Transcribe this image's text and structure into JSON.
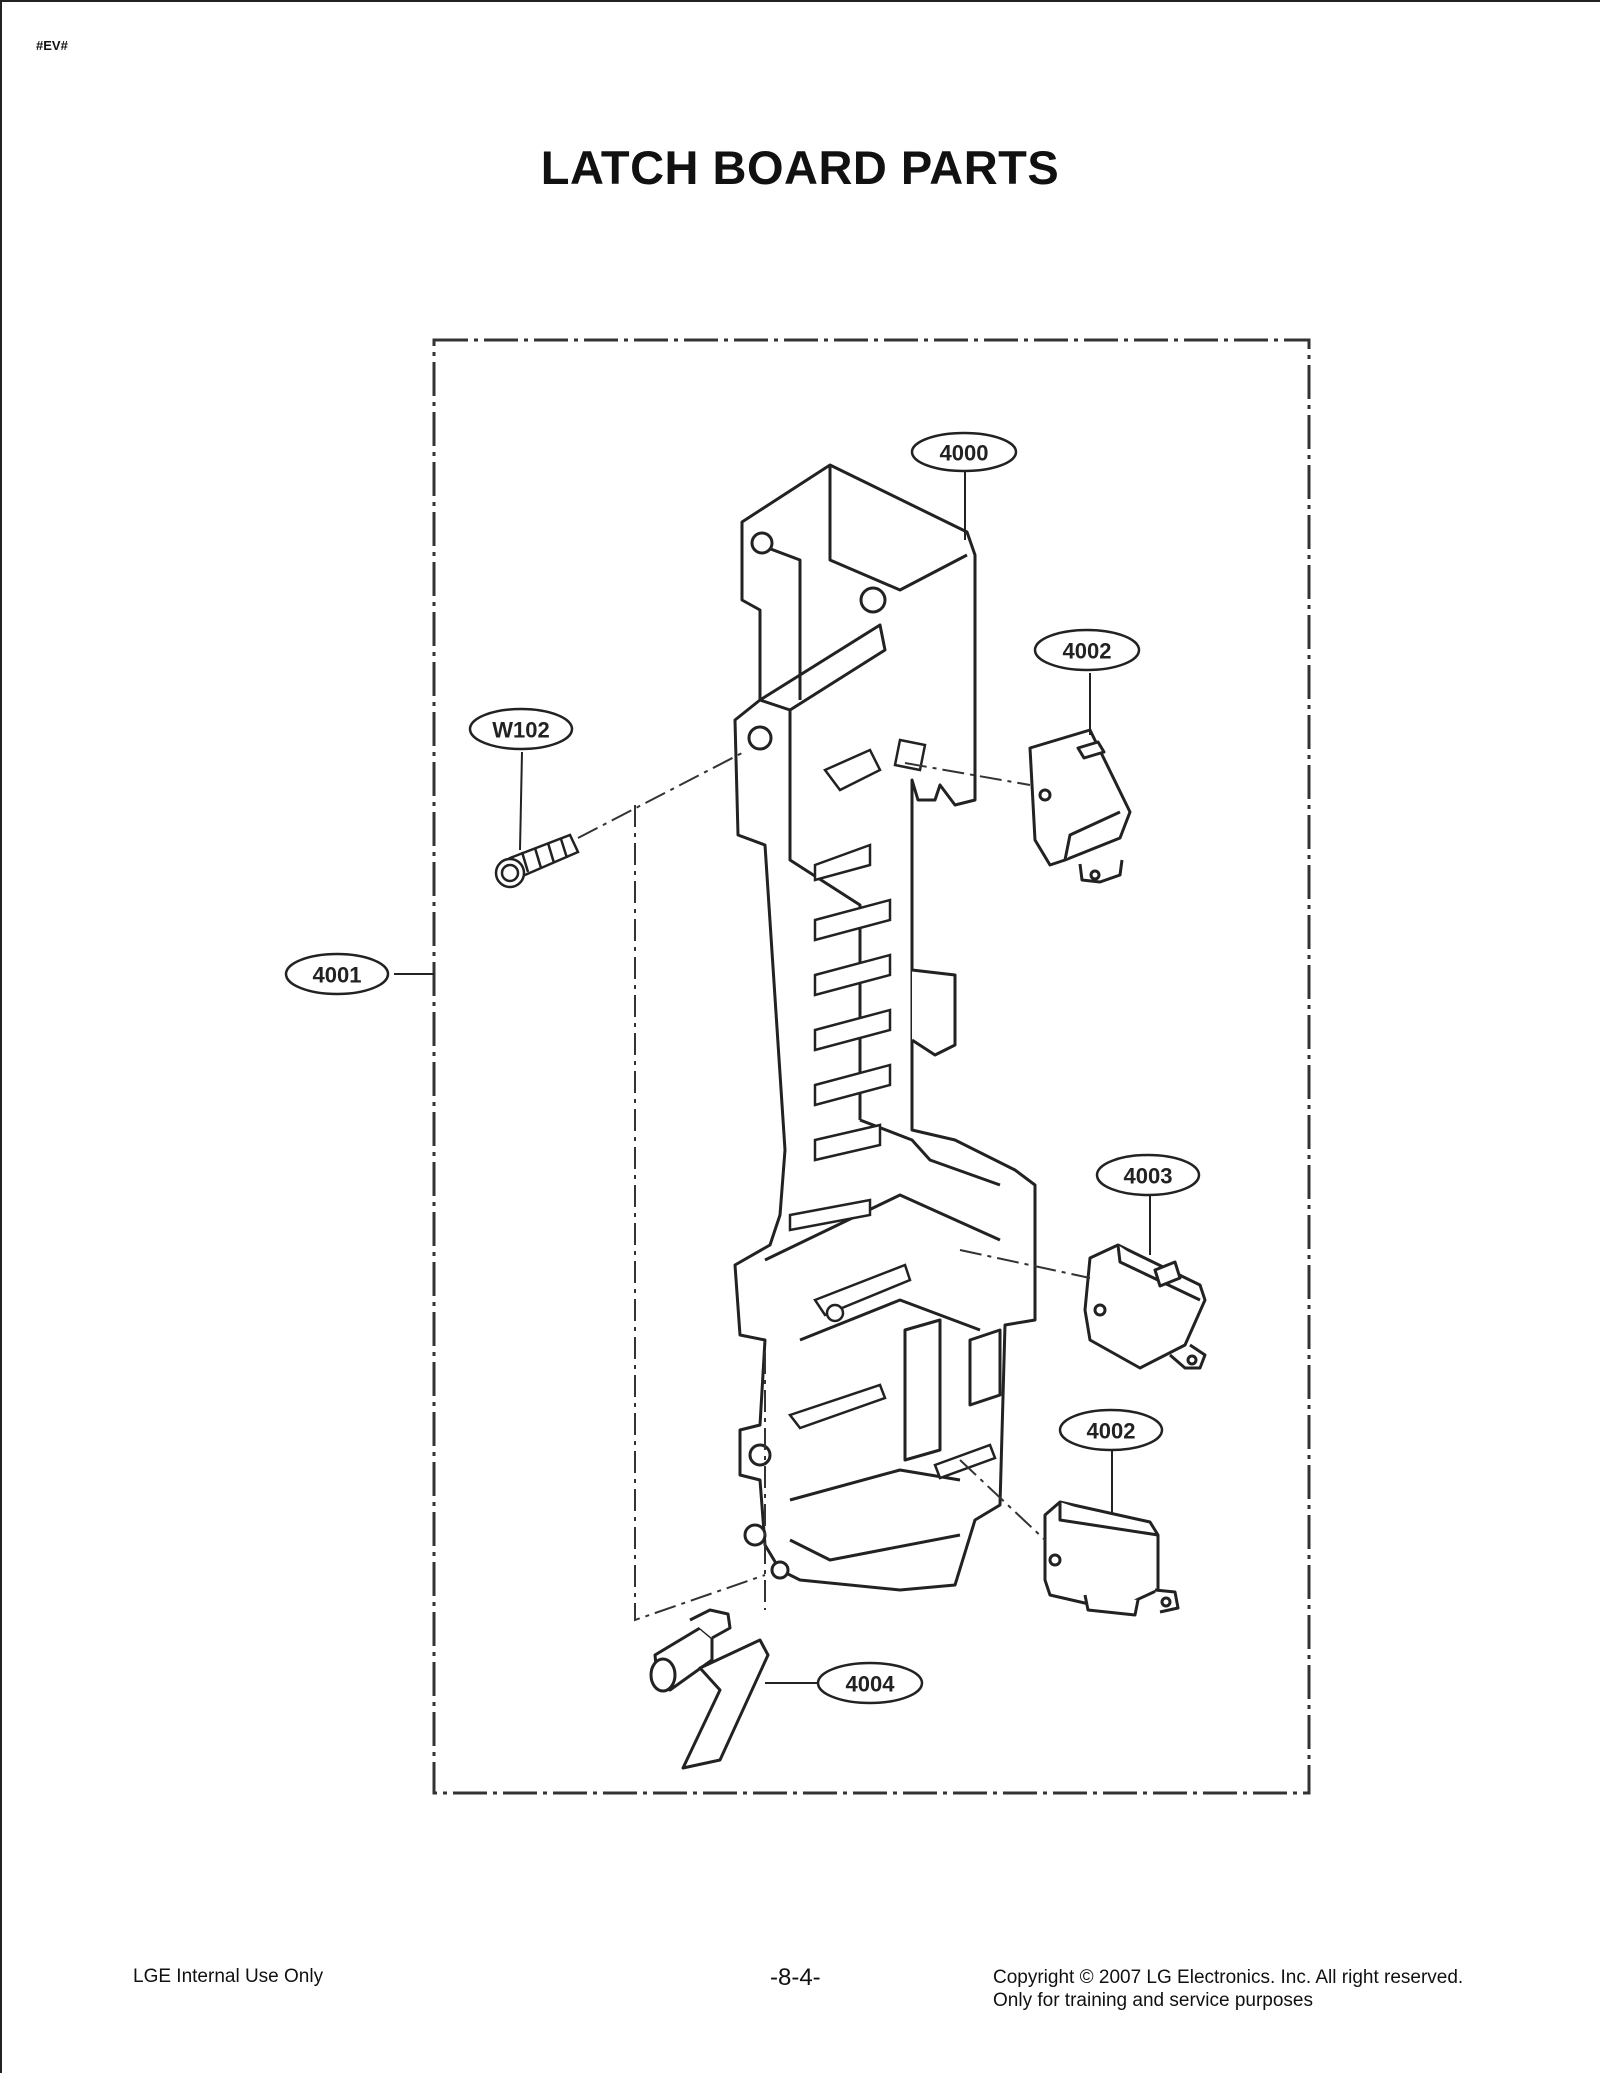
{
  "header": {
    "mark": "#EV#",
    "title": "LATCH BOARD PARTS"
  },
  "callouts": [
    {
      "id": "callout-4000",
      "label": "4000"
    },
    {
      "id": "callout-4002-top",
      "label": "4002"
    },
    {
      "id": "callout-w102",
      "label": "W102"
    },
    {
      "id": "callout-4001",
      "label": "4001"
    },
    {
      "id": "callout-4003",
      "label": "4003"
    },
    {
      "id": "callout-4002-bottom",
      "label": "4002"
    },
    {
      "id": "callout-4004",
      "label": "4004"
    }
  ],
  "footer": {
    "left": "LGE Internal Use Only",
    "center": "-8-4-",
    "right_line1": "Copyright © 2007 LG Electronics. Inc. All right reserved.",
    "right_line2": "Only for training and service purposes"
  }
}
